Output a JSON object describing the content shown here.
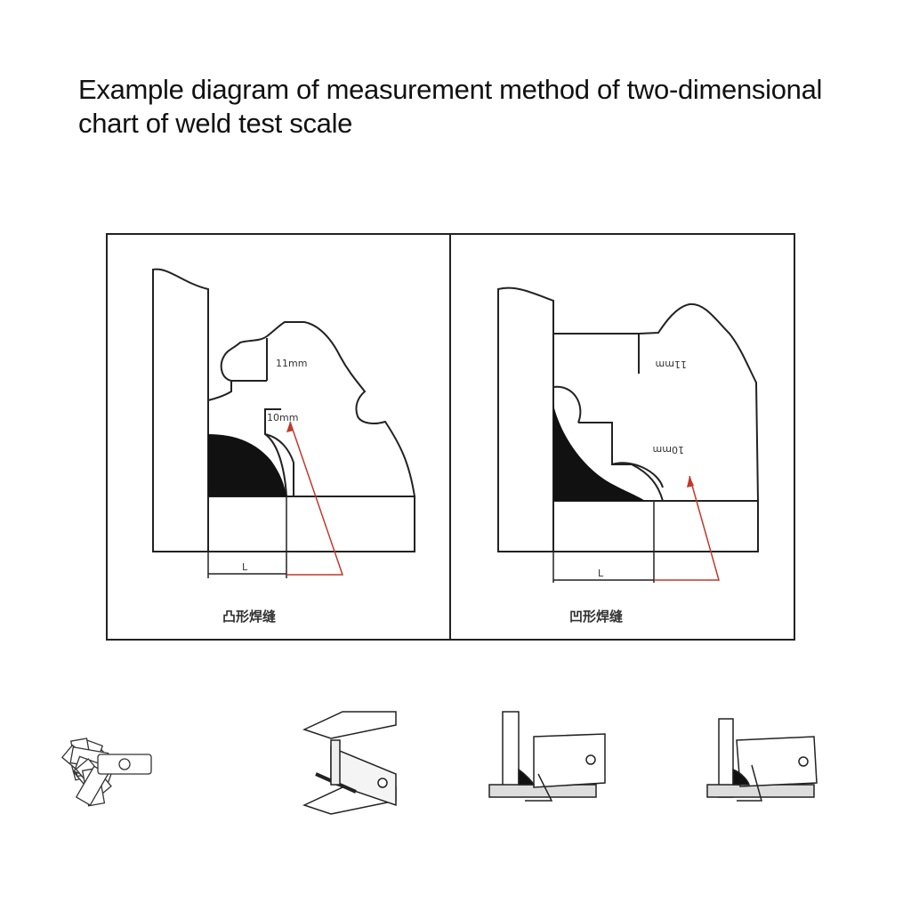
{
  "title": "Example diagram of measurement method of two-dimensional chart of weld test scale",
  "panels": [
    {
      "dim_a": "11mm",
      "dim_b": "10mm",
      "dim_l": "L",
      "caption": "凸形焊缝"
    },
    {
      "dim_a": "11mm",
      "dim_b": "10mm",
      "dim_l": "L",
      "caption": "凹形焊缝"
    }
  ],
  "colors": {
    "ink": "#222222",
    "weld": "#111111",
    "arrow": "#c0392b"
  },
  "icons": [
    "gauge-set-icon",
    "gauge-on-plate-icon",
    "gauge-fillet-check-icon",
    "gauge-fillet-measure-icon"
  ]
}
